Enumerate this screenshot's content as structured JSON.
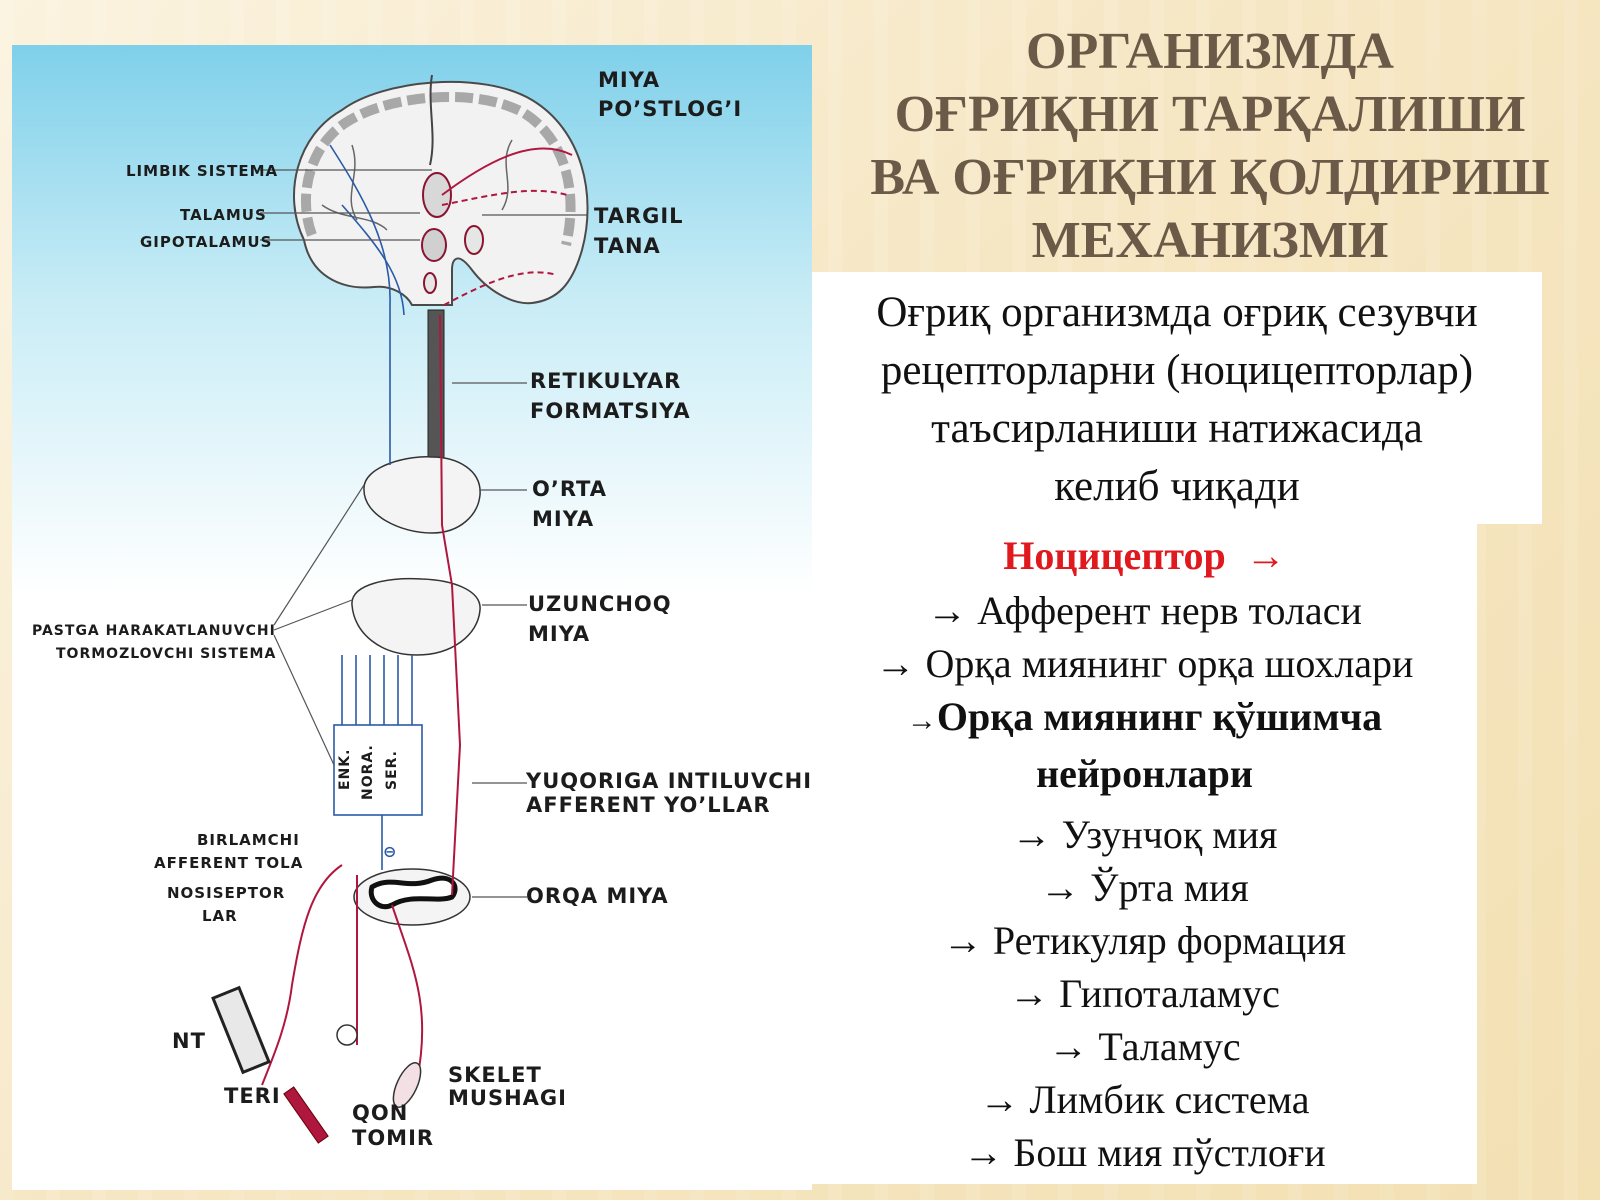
{
  "title": {
    "lines": [
      "ОРГАНИЗМДА",
      "ОҒРИҚНИ ТАРҚАЛИШИ",
      "ВА ОҒРИҚНИ ҚОЛДИРИШ",
      "МЕХАНИЗМИ"
    ]
  },
  "definition": {
    "lines": [
      "Оғриқ  организмда оғриқ сезувчи",
      "рецепторларни (ноцицепторлар)",
      "таъсирланиши  натижасида",
      "келиб чиқади"
    ]
  },
  "chain": {
    "first": "Ноцицептор",
    "arrow": "→",
    "steps": [
      "Афферент нерв толаси",
      "Орқа миянинг орқа шохлари"
    ],
    "bold_arrow": "→",
    "bold_step_1": "Орқа миянинг қўшимча",
    "bold_step_2": "нейронлари",
    "tail": [
      "Узунчоқ мия",
      "Ўрта мия",
      "Ретикуляр формация",
      "Гипоталамус",
      "Таламус",
      "Лимбик система",
      "Бош мия пўстлоғи"
    ]
  },
  "diagram": {
    "labels": {
      "miya_1": "MIYA",
      "miya_2": "PO’STLOG’I",
      "limbik": "LIMBIK SISTEMA",
      "talamus": "TALAMUS",
      "gipotalamus": "GIPOTALAMUS",
      "targil_1": "TARGIL",
      "targil_2": "TANA",
      "retik_1": "RETIKULYAR",
      "retik_2": "FORMATSIYA",
      "orta_1": "O’RTA",
      "orta_2": "MIYA",
      "uzun_1": "UZUNCHOQ",
      "uzun_2": "MIYA",
      "pastga_1": "PASTGA HARAKATLANUVCHI",
      "pastga_2": "TORMOZLOVCHI SISTEMA",
      "enk": "ENK.",
      "nora": "NORA.",
      "ser": "SER.",
      "yuqori_1": "YUQORIGA INTILUVCHI",
      "yuqori_2": "AFFERENT YO’LLAR",
      "birl_1": "BIRLAMCHI",
      "birl_2": "AFFERENT TOLA",
      "nos_1": "NOSISEPTOR",
      "nos_2": "LAR",
      "orqa": "ORQA MIYA",
      "nt": "NT",
      "teri": "TERI",
      "qon_1": "QON",
      "qon_2": "TOMIR",
      "skelet_1": "SKELET",
      "skelet_2": "MUSHAGI",
      "minus": "⊖"
    },
    "colors": {
      "pathway": "#b0173f",
      "descending": "#2a5aa8",
      "brain_fill": "#f1f1f1",
      "cortex": "#9a9a9a"
    }
  }
}
